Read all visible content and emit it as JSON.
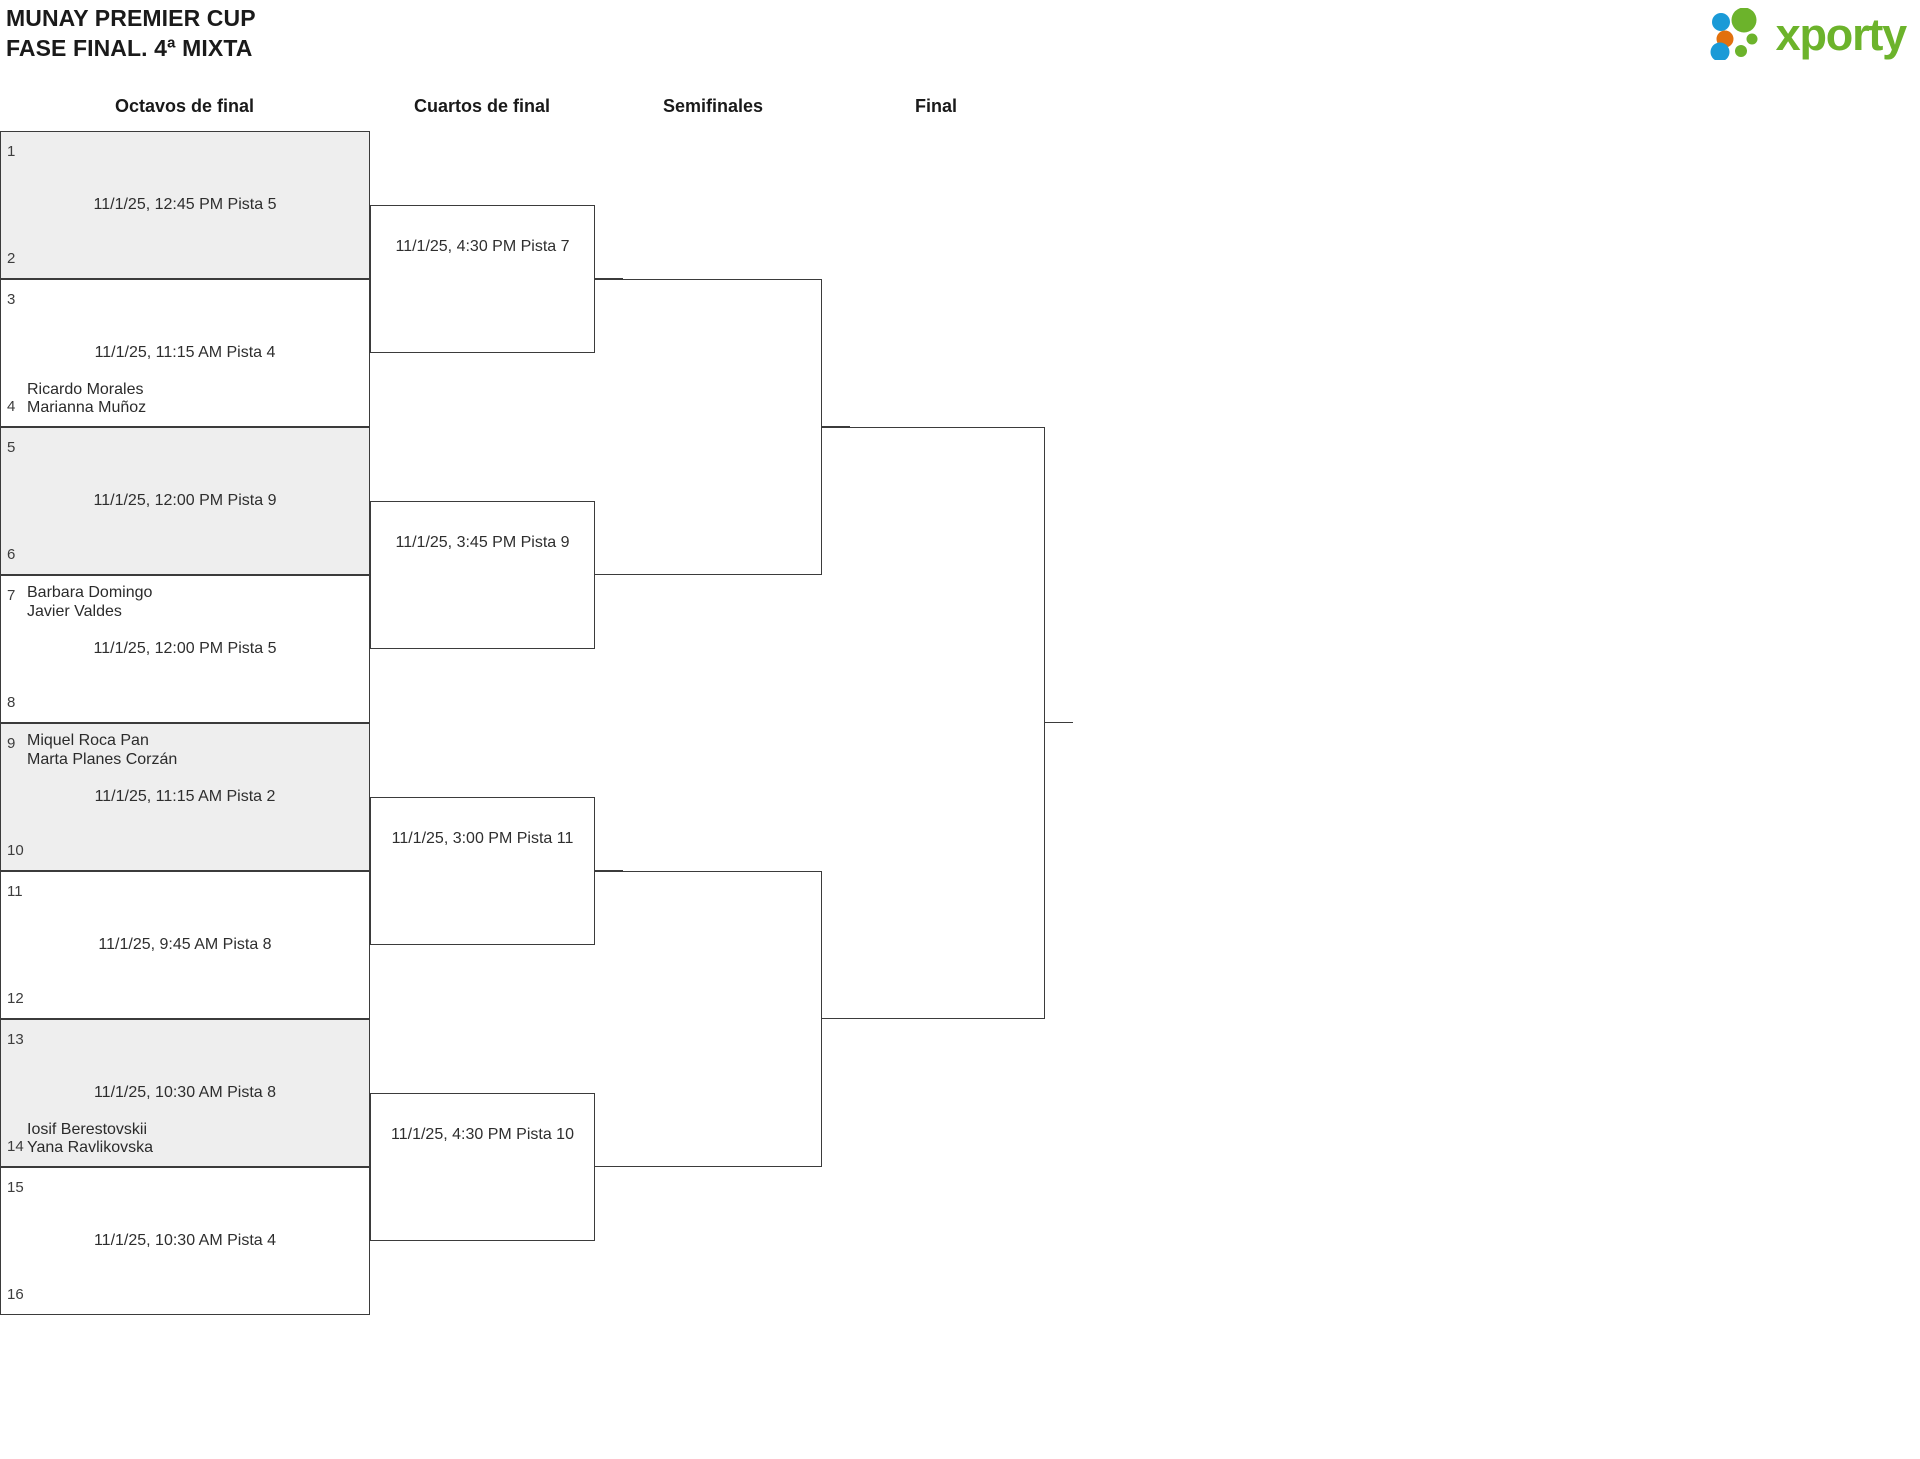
{
  "header": {
    "title_line1": "MUNAY PREMIER CUP",
    "title_line2": "FASE FINAL. 4ª MIXTA",
    "logo_word": "xporty",
    "logo_colors": {
      "green": "#6cb32b",
      "blue": "#1a9ad7",
      "orange": "#e2700d"
    }
  },
  "rounds": [
    {
      "key": "octavos",
      "label": "Octavos de final"
    },
    {
      "key": "cuartos",
      "label": "Cuartos de final"
    },
    {
      "key": "semis",
      "label": "Semifinales"
    },
    {
      "key": "final",
      "label": "Final"
    }
  ],
  "octavos": [
    {
      "shaded": true,
      "top_seed": "1",
      "top_players": "",
      "bot_seed": "2",
      "bot_players": "",
      "time": "11/1/25, 12:45 PM Pista 5"
    },
    {
      "shaded": false,
      "top_seed": "3",
      "top_players": "",
      "bot_seed": "4",
      "bot_players": "Ricardo Morales\nMarianna Muñoz",
      "time": "11/1/25, 11:15 AM Pista 4"
    },
    {
      "shaded": true,
      "top_seed": "5",
      "top_players": "",
      "bot_seed": "6",
      "bot_players": "",
      "time": "11/1/25, 12:00 PM Pista 9"
    },
    {
      "shaded": false,
      "top_seed": "7",
      "top_players": "Barbara Domingo\nJavier Valdes",
      "bot_seed": "8",
      "bot_players": "",
      "time": "11/1/25, 12:00 PM Pista 5"
    },
    {
      "shaded": true,
      "top_seed": "9",
      "top_players": "Miquel Roca Pan\nMarta Planes Corzán",
      "bot_seed": "10",
      "bot_players": "",
      "time": "11/1/25, 11:15 AM Pista 2"
    },
    {
      "shaded": false,
      "top_seed": "11",
      "top_players": "",
      "bot_seed": "12",
      "bot_players": "",
      "time": "11/1/25, 9:45 AM Pista 8"
    },
    {
      "shaded": true,
      "top_seed": "13",
      "top_players": "",
      "bot_seed": "14",
      "bot_players": "Iosif Berestovskii\nYana Ravlikovska",
      "time": "11/1/25, 10:30 AM Pista 8"
    },
    {
      "shaded": false,
      "top_seed": "15",
      "top_players": "",
      "bot_seed": "16",
      "bot_players": "",
      "time": "11/1/25, 10:30 AM Pista 4"
    }
  ],
  "cuartos": [
    {
      "time": "11/1/25, 4:30 PM Pista 7"
    },
    {
      "time": "11/1/25, 3:45 PM Pista 9"
    },
    {
      "time": "11/1/25, 3:00 PM Pista 11"
    },
    {
      "time": "11/1/25, 4:30 PM Pista 10"
    }
  ],
  "semis": [
    {
      "time": ""
    },
    {
      "time": ""
    }
  ],
  "final": [
    {
      "time": ""
    }
  ]
}
